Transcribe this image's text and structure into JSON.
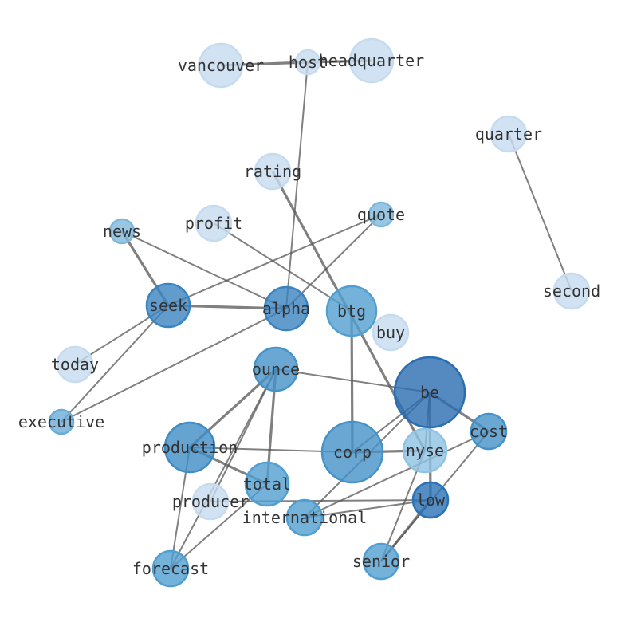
{
  "graph": {
    "type": "network",
    "nodes": [
      {
        "id": "vancouver",
        "degree_level": "low",
        "color": "#c6dbef",
        "size": 3
      },
      {
        "id": "host",
        "degree_level": "low",
        "color": "#c6dbef",
        "size": 1
      },
      {
        "id": "headquarter",
        "degree_level": "low",
        "color": "#c6dbef",
        "size": 3
      },
      {
        "id": "quarter",
        "degree_level": "low",
        "color": "#c6dbef",
        "size": 2
      },
      {
        "id": "rating",
        "degree_level": "low",
        "color": "#c6dbef",
        "size": 2
      },
      {
        "id": "profit",
        "degree_level": "low",
        "color": "#c6dbef",
        "size": 2
      },
      {
        "id": "quote",
        "degree_level": "mid",
        "color": "#7fb8dc",
        "size": 1
      },
      {
        "id": "news",
        "degree_level": "mid",
        "color": "#7fb8dc",
        "size": 1
      },
      {
        "id": "seek",
        "degree_level": "high",
        "color": "#3a83c1",
        "size": 3
      },
      {
        "id": "alpha",
        "degree_level": "high",
        "color": "#3a83c1",
        "size": 3
      },
      {
        "id": "btg",
        "degree_level": "mid",
        "color": "#519fd0",
        "size": 4
      },
      {
        "id": "buy",
        "degree_level": "low",
        "color": "#c6dbef",
        "size": 2
      },
      {
        "id": "second",
        "degree_level": "low",
        "color": "#c6dbef",
        "size": 2
      },
      {
        "id": "today",
        "degree_level": "low",
        "color": "#c6dbef",
        "size": 2
      },
      {
        "id": "ounce",
        "degree_level": "high",
        "color": "#4592c8",
        "size": 3
      },
      {
        "id": "be",
        "degree_level": "top",
        "color": "#2a6db0",
        "size": 6
      },
      {
        "id": "executive",
        "degree_level": "mid",
        "color": "#6aacd8",
        "size": 1
      },
      {
        "id": "cost",
        "degree_level": "high",
        "color": "#4592c8",
        "size": 2
      },
      {
        "id": "production",
        "degree_level": "high",
        "color": "#3f8cc5",
        "size": 4
      },
      {
        "id": "corp",
        "degree_level": "high",
        "color": "#4592c8",
        "size": 5
      },
      {
        "id": "nyse",
        "degree_level": "mid",
        "color": "#8ec3e3",
        "size": 3
      },
      {
        "id": "total",
        "degree_level": "mid",
        "color": "#519fd0",
        "size": 3
      },
      {
        "id": "producer",
        "degree_level": "low",
        "color": "#c6dbef",
        "size": 2
      },
      {
        "id": "low",
        "degree_level": "top",
        "color": "#2a72b5",
        "size": 2
      },
      {
        "id": "international",
        "degree_level": "mid",
        "color": "#519fd0",
        "size": 2
      },
      {
        "id": "senior",
        "degree_level": "mid",
        "color": "#519fd0",
        "size": 2
      },
      {
        "id": "forecast",
        "degree_level": "mid",
        "color": "#519fd0",
        "size": 2
      }
    ],
    "edges": [
      [
        "vancouver",
        "host",
        2
      ],
      [
        "host",
        "headquarter",
        2
      ],
      [
        "host",
        "alpha",
        1
      ],
      [
        "rating",
        "nyse",
        2
      ],
      [
        "quarter",
        "second",
        1
      ],
      [
        "news",
        "seek",
        2
      ],
      [
        "news",
        "alpha",
        1
      ],
      [
        "profit",
        "btg",
        1
      ],
      [
        "quote",
        "seek",
        1
      ],
      [
        "quote",
        "alpha",
        1
      ],
      [
        "seek",
        "alpha",
        2
      ],
      [
        "seek",
        "today",
        1
      ],
      [
        "seek",
        "executive",
        1
      ],
      [
        "executive",
        "alpha",
        1
      ],
      [
        "btg",
        "corp",
        2
      ],
      [
        "ounce",
        "be",
        1
      ],
      [
        "ounce",
        "production",
        2
      ],
      [
        "ounce",
        "total",
        2
      ],
      [
        "ounce",
        "forecast",
        1
      ],
      [
        "ounce",
        "producer",
        1
      ],
      [
        "production",
        "forecast",
        1
      ],
      [
        "total",
        "forecast",
        1
      ],
      [
        "production",
        "corp",
        1
      ],
      [
        "production",
        "total",
        2
      ],
      [
        "producer",
        "low",
        1
      ],
      [
        "be",
        "corp",
        1
      ],
      [
        "be",
        "international",
        1
      ],
      [
        "be",
        "nyse",
        1
      ],
      [
        "be",
        "low",
        2
      ],
      [
        "be",
        "cost",
        2
      ],
      [
        "corp",
        "nyse",
        2
      ],
      [
        "nyse",
        "senior",
        1
      ],
      [
        "cost",
        "international",
        1
      ],
      [
        "international",
        "low",
        1
      ],
      [
        "low",
        "senior",
        2
      ],
      [
        "cost",
        "senior",
        1
      ]
    ]
  }
}
